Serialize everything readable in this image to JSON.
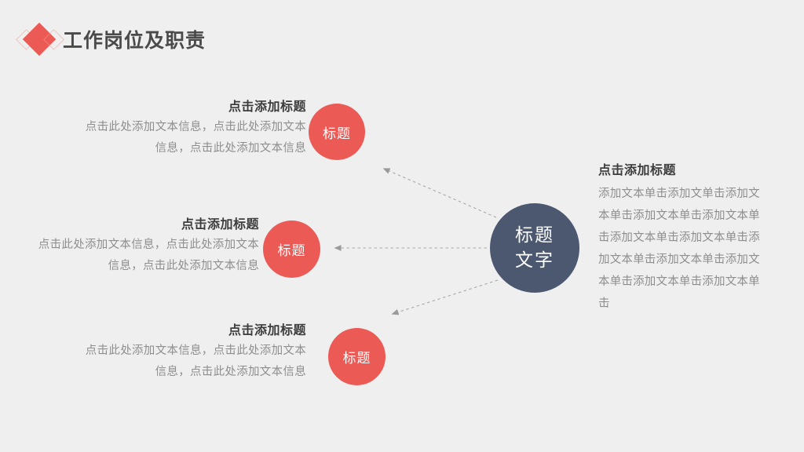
{
  "slide": {
    "background_color": "#f0efef",
    "accent_red": "#ec5a55",
    "accent_dark": "#4b5870",
    "title_text_color": "#3d3d3d",
    "body_text_color": "#8e8e8e"
  },
  "header": {
    "title": "工作岗位及职责",
    "icon": "red-diamond-icon"
  },
  "hub": {
    "line1": "标题",
    "line2": "文字"
  },
  "branches": [
    {
      "id": "branch-1",
      "node_label": "标题",
      "title": "点击添加标题",
      "body": "点击此处添加文本信息，点击此处添加文本信息，点击此处添加文本信息"
    },
    {
      "id": "branch-2",
      "node_label": "标题",
      "title": "点击添加标题",
      "body": "点击此处添加文本信息，点击此处添加文本信息，点击此处添加文本信息"
    },
    {
      "id": "branch-3",
      "node_label": "标题",
      "title": "点击添加标题",
      "body": "点击此处添加文本信息，点击此处添加文本信息，点击此处添加文本信息"
    }
  ],
  "right_panel": {
    "title": "点击添加标题",
    "body": "添加文本单击添加文单击添加文本单击添加文本单击添加文本单击添加文本单击添加文本单击添加文本单击添加文本单击添加文本单击添加文本单击添加文本单击"
  },
  "connectors": [
    {
      "id": "connector-top",
      "from": "hub",
      "to": "branch-1",
      "style": "dashed-arrow"
    },
    {
      "id": "connector-middle",
      "from": "hub",
      "to": "branch-2",
      "style": "dashed-arrow"
    },
    {
      "id": "connector-bottom",
      "from": "hub",
      "to": "branch-3",
      "style": "dashed-arrow"
    }
  ]
}
